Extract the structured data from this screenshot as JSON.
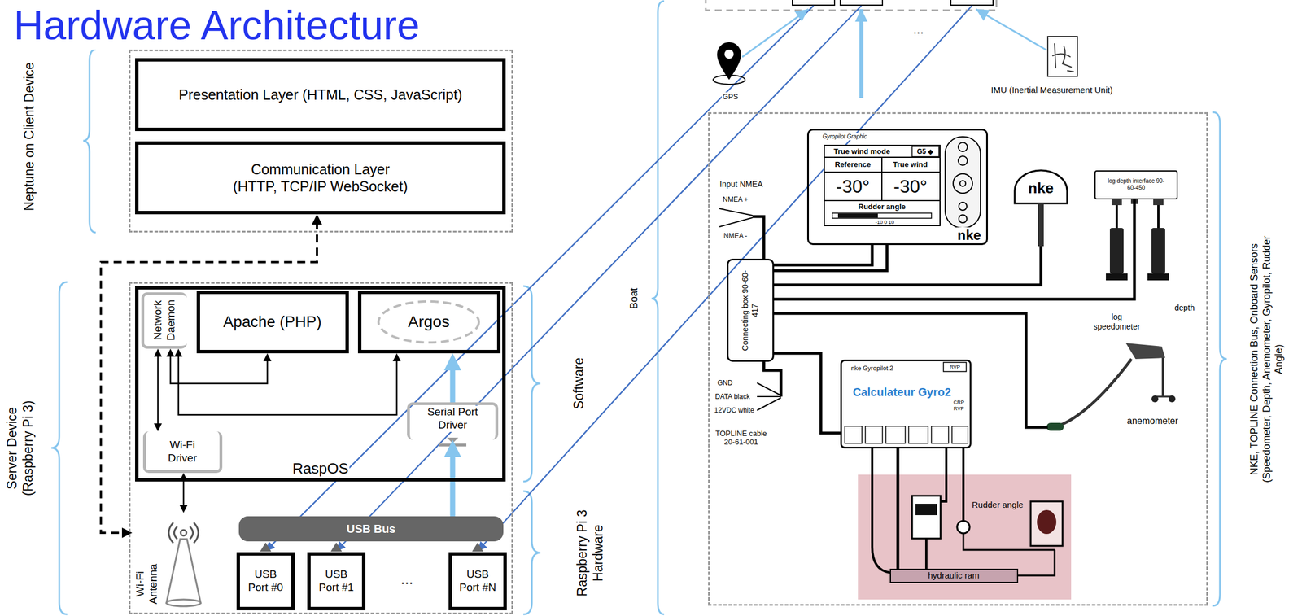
{
  "diagram": {
    "title": "Hardware Architecture",
    "nodes": [
      {
        "text": [
          "Neptune on Client Device"
        ]
      },
      {
        "text": [
          "Presentation Layer (HTML, CSS, JavaScript)"
        ],
        "in": 0
      },
      {
        "text": [
          "Communication Layer (HTTP, TCP/IP WebSocket)"
        ],
        "in": 0
      },
      {
        "text": [
          "Server Device (Raspberry Pi 3)"
        ]
      },
      {
        "text": [
          "RaspOS"
        ],
        "in": 3
      },
      {
        "text": [
          "Network Daemon"
        ],
        "in": 4
      },
      {
        "text": [
          "Apache (PHP)"
        ],
        "in": 4
      },
      {
        "text": [
          "Argos"
        ],
        "in": 4
      },
      {
        "text": [
          "Wi-Fi Driver"
        ],
        "in": 4
      },
      {
        "text": [
          "Serial Port Driver"
        ],
        "in": 4
      },
      {
        "text": [
          "USB Bus"
        ],
        "in": 3
      },
      {
        "text": [
          "USB Port #0"
        ],
        "in": 3
      },
      {
        "text": [
          "USB Port #1"
        ],
        "in": 3
      },
      {
        "text": [
          "USB Port #N"
        ],
        "in": 3
      },
      {
        "text": [
          "Wi-Fi Antenna"
        ],
        "in": 3
      },
      {
        "text": [
          "NKE, TOPLINE Connection Bus, Onboard Sensors (Speedometer, Depth, Anemometer, Gyropilot, Rudder Angle)"
        ]
      },
      {
        "text": [
          "Gyropilot Graphic",
          "True wind mode",
          "G5 ◆",
          "Reference",
          "True wind",
          "-30°",
          "-30°",
          "Rudder angle",
          "-10 0 10",
          "nke"
        ],
        "in": 15
      },
      {
        "text": [
          "log depth interface 90-60-450"
        ],
        "in": 15
      },
      {
        "text": [
          "Connecting box 90-60-417"
        ],
        "in": 15
      },
      {
        "text": [
          "nke Gyropilot 2",
          "RVP",
          "Calculateur Gyro2",
          "CRP RVP"
        ],
        "in": 15
      },
      {
        "text": [
          "Rudder angle"
        ],
        "in": 15
      },
      {
        "text": [
          "hydraulic ram"
        ],
        "in": 20
      }
    ],
    "edges": [
      {
        "from": 6,
        "to": 5,
        "arrow": "both"
      },
      {
        "from": 7,
        "to": 5,
        "arrow": "both"
      },
      {
        "from": 5,
        "to": 8,
        "arrow": "both"
      },
      {
        "from": 8,
        "to": 14,
        "arrow": "both"
      },
      {
        "from": 2,
        "to": 14,
        "arrow": "both"
      },
      {
        "from": 10,
        "to": 9,
        "arrow": "to"
      },
      {
        "from": 9,
        "to": 7,
        "arrow": "to"
      },
      {
        "from": 18,
        "to": 16,
        "arrow": "none"
      },
      {
        "from": 18,
        "to": 17,
        "arrow": "none"
      },
      {
        "from": 18,
        "to": 19,
        "arrow": "none"
      },
      {
        "from": 19,
        "to": 21,
        "arrow": "none"
      }
    ],
    "labels": [
      "Software",
      "Raspberry Pi 3 Hardware",
      "...",
      "...",
      "GPS",
      "IMU (Inertial Measurement Unit)",
      "Boat",
      "Input NMEA",
      "NMEA +",
      "NMEA -",
      "GND",
      "DATA black",
      "12VDC white",
      "TOPLINE cable 20-61-001",
      "nke",
      "log speedometer",
      "depth",
      "anemometer"
    ]
  }
}
